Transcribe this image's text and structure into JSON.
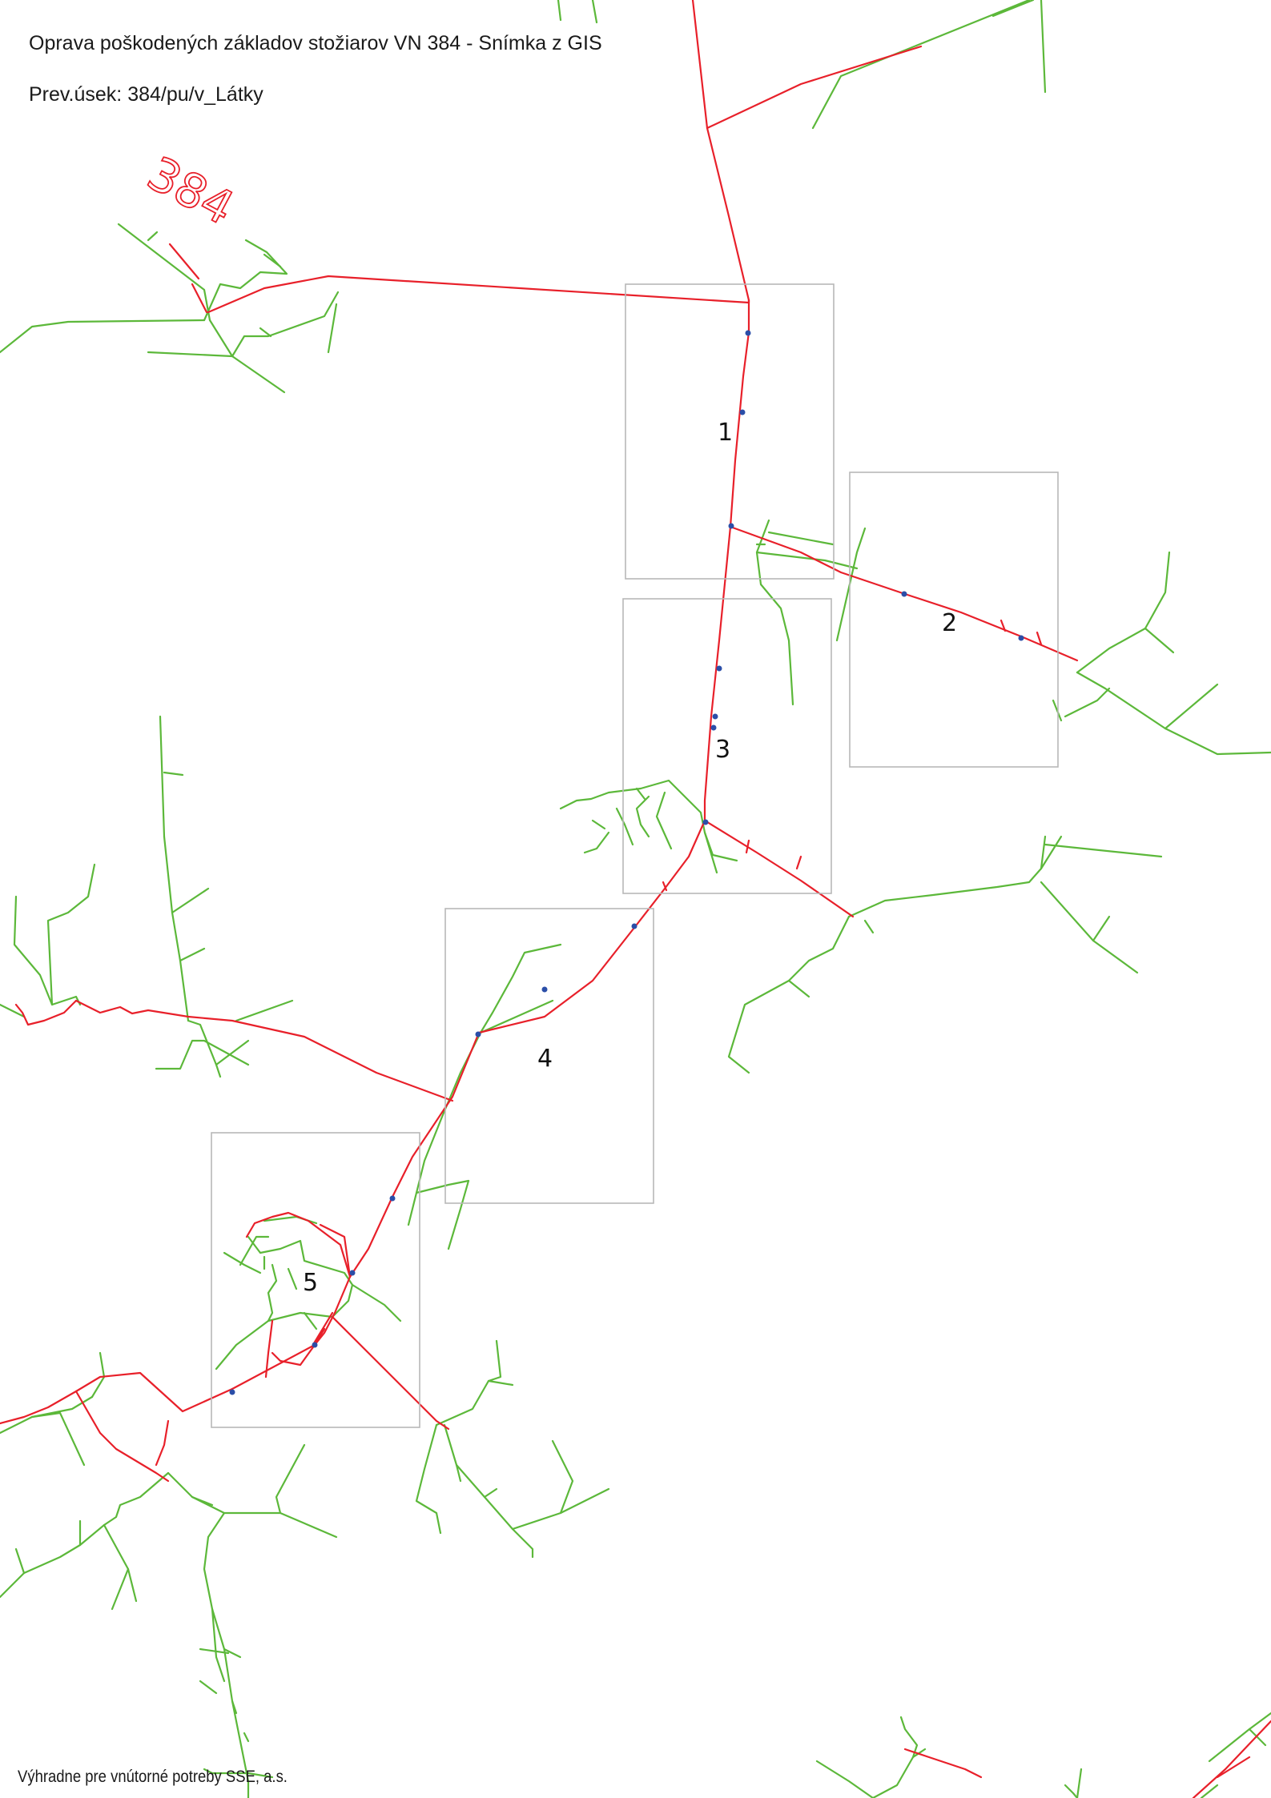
{
  "header": {
    "title": "Oprava poškodených základov stožiarov VN 384 - Snímka z GIS",
    "subtitle": "Prev.úsek: 384/pu/v_Látky"
  },
  "map": {
    "line_label": "384",
    "segments": [
      {
        "label": "1"
      },
      {
        "label": "2"
      },
      {
        "label": "3"
      },
      {
        "label": "4"
      },
      {
        "label": "5"
      }
    ],
    "colors": {
      "vn_line": "#e8202a",
      "nn_network": "#5cb83a",
      "segment_frame": "#b8b8b8",
      "pole_marker": "#2b4ea8"
    }
  },
  "footer": {
    "note": "Výhradne pre vnútorné potreby SSE, a.s."
  }
}
